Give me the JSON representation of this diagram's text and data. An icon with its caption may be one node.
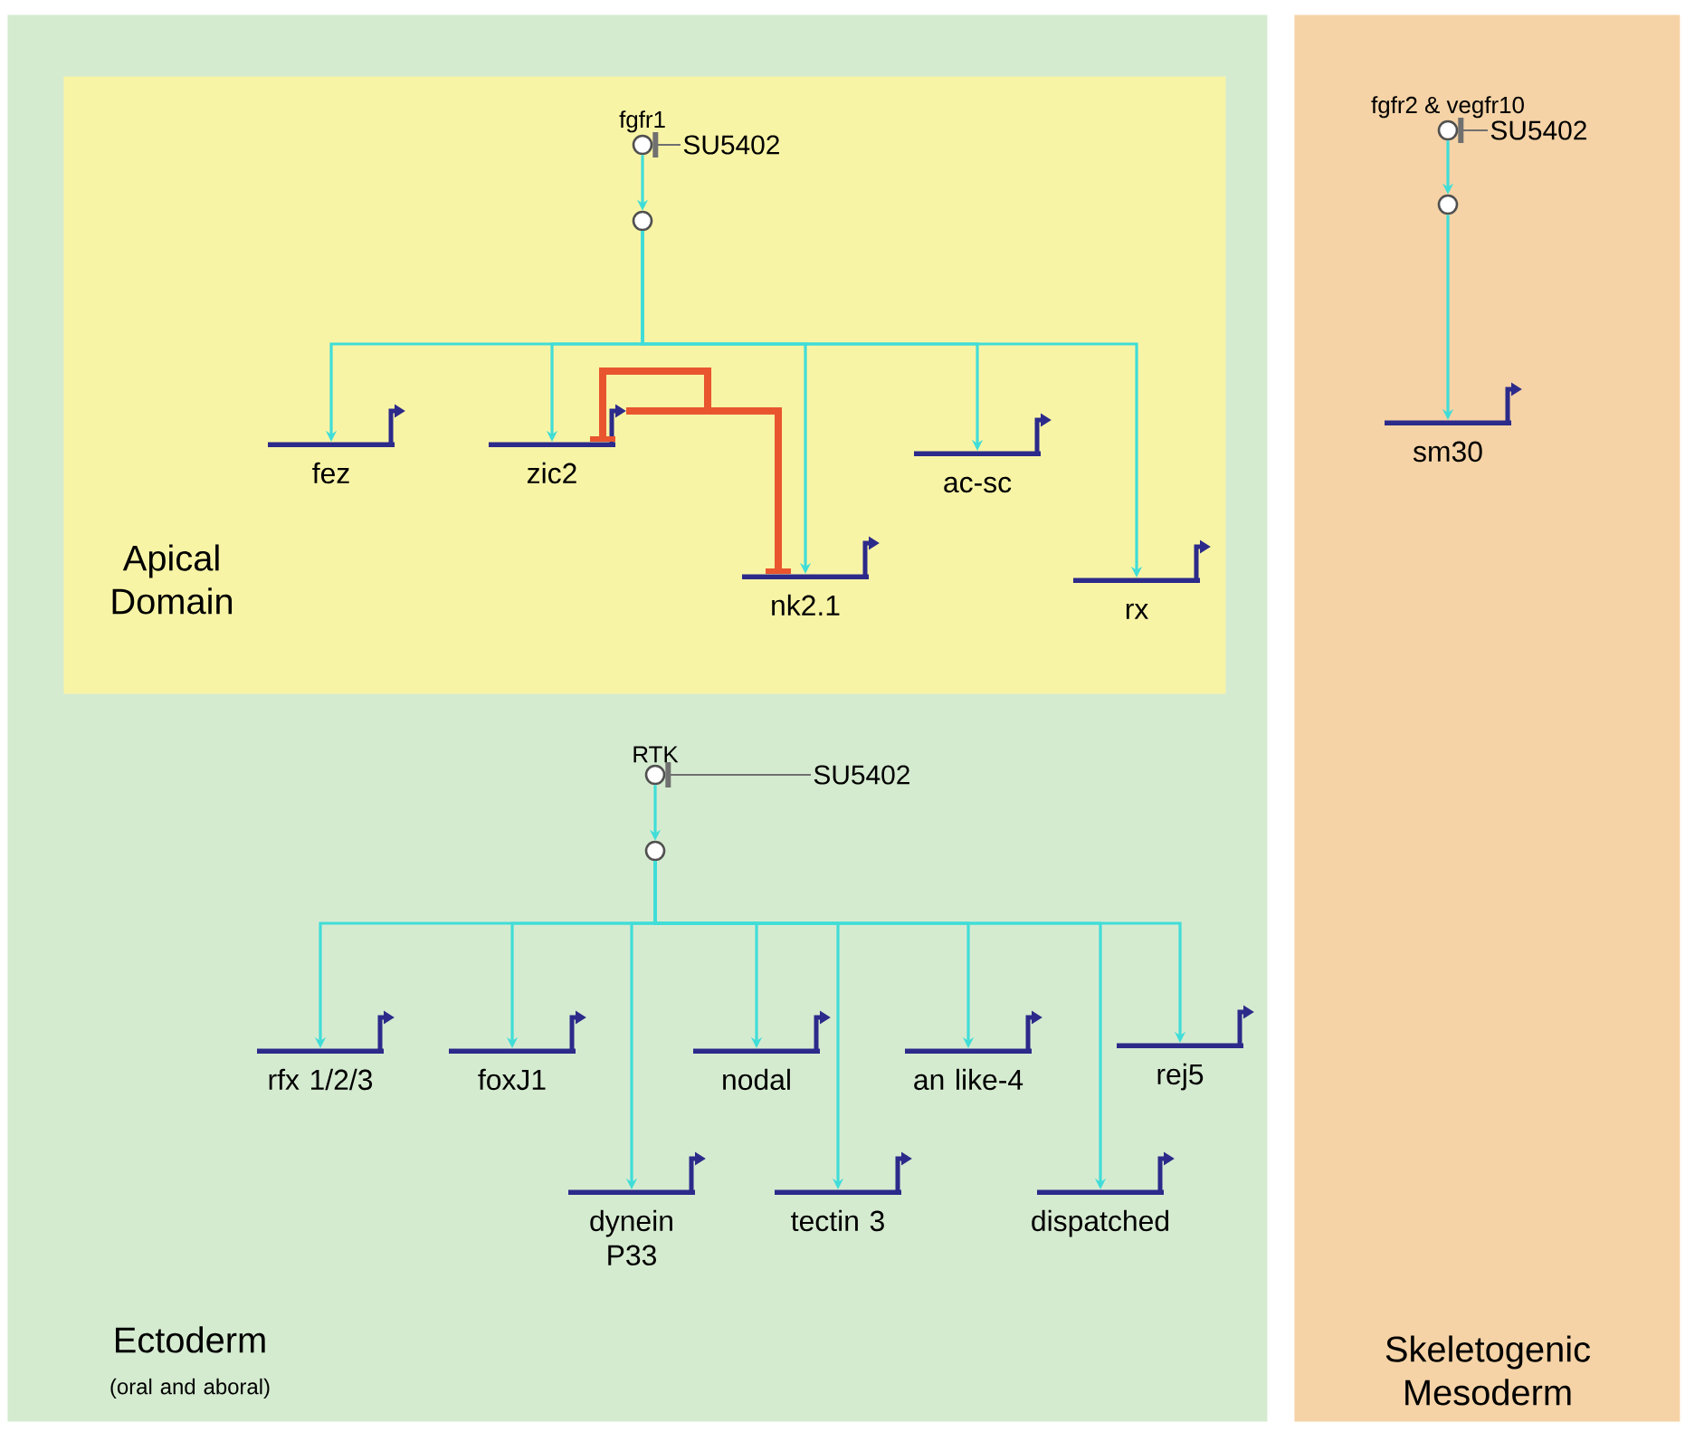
{
  "diagram": {
    "nodes": [
      {
        "text": [
          "Ectoderm",
          "(oral and aboral)"
        ]
      },
      {
        "text": [
          "Apical Domain"
        ],
        "in": 0
      },
      {
        "text": [
          "fgfr1"
        ],
        "in": 1
      },
      {
        "text": [
          "SU5402"
        ],
        "in": 1
      },
      {
        "text": [],
        "shape": "circle",
        "in": 1
      },
      {
        "text": [
          "fez"
        ],
        "in": 1
      },
      {
        "text": [
          "zic2"
        ],
        "in": 1
      },
      {
        "text": [
          "nk2.1"
        ],
        "in": 1
      },
      {
        "text": [
          "ac-sc"
        ],
        "in": 1
      },
      {
        "text": [
          "rx"
        ],
        "in": 1
      },
      {
        "text": [
          "RTK"
        ],
        "in": 0
      },
      {
        "text": [
          "SU5402"
        ],
        "in": 0
      },
      {
        "text": [],
        "shape": "circle",
        "in": 0
      },
      {
        "text": [
          "rfx 1/2/3"
        ],
        "in": 0
      },
      {
        "text": [
          "foxJ1"
        ],
        "in": 0
      },
      {
        "text": [
          "dynein P33"
        ],
        "in": 0
      },
      {
        "text": [
          "nodal"
        ],
        "in": 0
      },
      {
        "text": [
          "tectin 3"
        ],
        "in": 0
      },
      {
        "text": [
          "an like-4"
        ],
        "in": 0
      },
      {
        "text": [
          "dispatched"
        ],
        "in": 0
      },
      {
        "text": [
          "rej5"
        ],
        "in": 0
      },
      {
        "text": [
          "Skeletogenic Mesoderm"
        ]
      },
      {
        "text": [
          "fgfr2 & vegfr10"
        ],
        "in": 21
      },
      {
        "text": [
          "SU5402"
        ],
        "in": 21
      },
      {
        "text": [],
        "shape": "circle",
        "in": 21
      },
      {
        "text": [
          "sm30"
        ],
        "in": 21
      }
    ],
    "edges": [
      {
        "from": 3,
        "to": 2,
        "arrow": "other",
        "color": "#707070"
      },
      {
        "from": 2,
        "to": 4,
        "arrow": "to"
      },
      {
        "from": 4,
        "to": 5,
        "arrow": "to"
      },
      {
        "from": 4,
        "to": 6,
        "arrow": "to"
      },
      {
        "from": 4,
        "to": 7,
        "arrow": "to"
      },
      {
        "from": 4,
        "to": 8,
        "arrow": "to"
      },
      {
        "from": 4,
        "to": 9,
        "arrow": "to"
      },
      {
        "from": 6,
        "to": 7,
        "arrow": "other",
        "style": "thick",
        "color": "#e8552e"
      },
      {
        "from": 6,
        "to": 6,
        "arrow": "other",
        "style": "thick",
        "color": "#e8552e"
      },
      {
        "from": 11,
        "to": 10,
        "arrow": "other",
        "color": "#707070"
      },
      {
        "from": 10,
        "to": 12,
        "arrow": "to"
      },
      {
        "from": 12,
        "to": 13,
        "arrow": "to"
      },
      {
        "from": 12,
        "to": 14,
        "arrow": "to"
      },
      {
        "from": 12,
        "to": 15,
        "arrow": "to"
      },
      {
        "from": 12,
        "to": 16,
        "arrow": "to"
      },
      {
        "from": 12,
        "to": 17,
        "arrow": "to"
      },
      {
        "from": 12,
        "to": 18,
        "arrow": "to"
      },
      {
        "from": 12,
        "to": 19,
        "arrow": "to"
      },
      {
        "from": 12,
        "to": 20,
        "arrow": "to"
      },
      {
        "from": 23,
        "to": 22,
        "arrow": "other",
        "color": "#707070"
      },
      {
        "from": 22,
        "to": 24,
        "arrow": "to"
      },
      {
        "from": 24,
        "to": 25,
        "arrow": "to"
      }
    ]
  }
}
